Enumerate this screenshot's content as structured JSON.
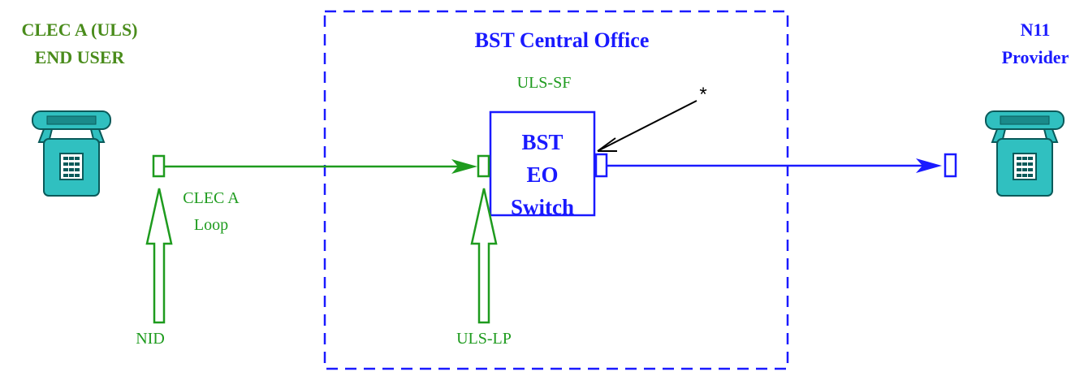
{
  "end_user": {
    "title_line1": "CLEC A (ULS)",
    "title_line2": "END USER",
    "color": "#4a8c1c"
  },
  "central_office": {
    "title": "BST Central Office",
    "sf_label": "ULS-SF",
    "lp_label": "ULS-LP",
    "color": "#1a1aff"
  },
  "switch": {
    "line1": "BST",
    "line2": "EO",
    "line3": "Switch"
  },
  "loop": {
    "line1": "CLEC A",
    "line2": "Loop",
    "color": "#1e9b1e"
  },
  "nid_label": "NID",
  "asterisk": "*",
  "provider": {
    "line1": "N11",
    "line2": "Provider"
  },
  "colors": {
    "green": "#1e9b1e",
    "olive_green": "#4a8c1c",
    "blue": "#1a1aff",
    "phone_teal": "#30c0c0",
    "phone_dark": "#0a6a6a"
  },
  "icons": [
    "telephone-icon",
    "telephone-icon"
  ]
}
